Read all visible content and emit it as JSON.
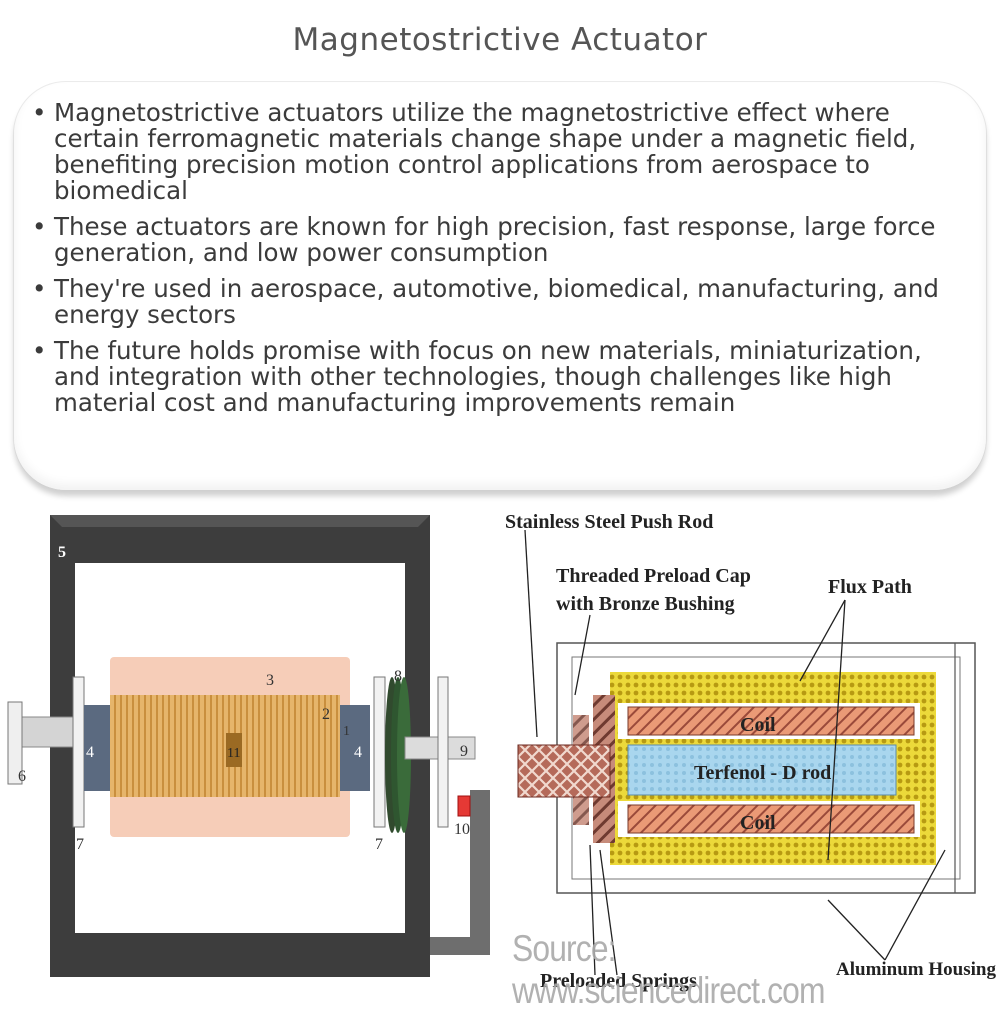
{
  "title": "Magnetostrictive Actuator",
  "bullets": [
    "Magnetostrictive actuators utilize the magnetostrictive effect where certain ferromagnetic materials change shape under a magnetic field, benefiting precision motion control applications from aerospace to biomedical",
    "These actuators are known for high precision, fast response, large force generation, and low power consumption",
    "They're used in aerospace, automotive, biomedical, manufacturing, and energy sectors",
    "The future holds promise with focus on new materials, miniaturization, and integration with other technologies, though challenges like high material cost and manufacturing improvements remain"
  ],
  "left_diagram": {
    "labels": {
      "l1": "1",
      "l2": "2",
      "l3": "3",
      "l4a": "4",
      "l4b": "4",
      "l5": "5",
      "l6": "6",
      "l7a": "7",
      "l7b": "7",
      "l8": "8",
      "l9": "9",
      "l10": "10",
      "l11": "11"
    },
    "colors": {
      "frame": "#3d3d3d",
      "coil_glow": "#f6cdb8",
      "rod": "#e2b46a",
      "red_marker": "#e53935"
    }
  },
  "right_diagram": {
    "labels": {
      "push_rod": "Stainless Steel Push Rod",
      "cap_1": "Threaded Preload Cap",
      "cap_2": "with Bronze Bushing",
      "flux": "Flux Path",
      "coil_top": "Coil",
      "rod": "Terfenol - D rod",
      "coil_bottom": "Coil",
      "springs": "Preloaded Springs",
      "housing": "Aluminum Housing"
    },
    "colors": {
      "flux_path": "#e8d230",
      "coil": "#e8916c",
      "rod": "#a9d6ee",
      "push_rod": "#b56a5a"
    }
  },
  "source": "Source: www.sciencedirect.com"
}
